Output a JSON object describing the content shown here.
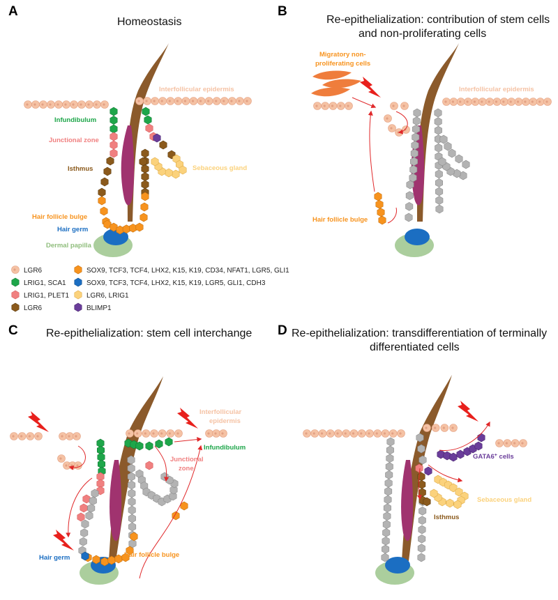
{
  "colors": {
    "peach": "#f5c2a4",
    "peach_edge": "#e3a184",
    "green": "#1ea64a",
    "green_edge": "#137a34",
    "pink": "#f08080",
    "pink_edge": "#d65e5e",
    "brown": "#8b5a1c",
    "brown_edge": "#5e3c10",
    "orange": "#f7931e",
    "orange_edge": "#c7700c",
    "blue": "#1b6ec2",
    "blue_edge": "#0f4e8c",
    "yellow": "#fbd27c",
    "yellow_edge": "#e0ad4a",
    "purple": "#6a3d9a",
    "purple_edge": "#4a2670",
    "grey": "#b3b3b3",
    "grey_edge": "#8c8c8c",
    "hair": "#8b5a2b",
    "sebum": "#a0336f",
    "papilla": "#8fbd7c",
    "arrow": "#e0282a",
    "lightning": "#e8201c",
    "migratory": "#ef7d3c"
  },
  "panels": {
    "A": {
      "letter": "A",
      "title": "Homeostasis"
    },
    "B": {
      "letter": "B",
      "title_line1": "Re-epithelialization: contribution of stem cells",
      "title_line2": "and non-proliferating cells"
    },
    "C": {
      "letter": "C",
      "title": "Re-epithelialization: stem cell interchange"
    },
    "D": {
      "letter": "D",
      "title_line1": "Re-epithelialization: transdifferentiation of terminally",
      "title_line2": "differentiated cells"
    }
  },
  "labels": {
    "interfollicular_epidermis": "Interfollicular epidermis",
    "interfollicular_line1": "Interfollicular",
    "interfollicular_line2": "epidermis",
    "infundibulum": "Infundibulum",
    "junctional_zone": "Junctional zone",
    "junctional_line1": "Junctional",
    "junctional_line2": "zone",
    "isthmus": "Isthmus",
    "sebaceous_gland": "Sebaceous gland",
    "hair_follicle_bulge": "Hair follicle bulge",
    "hair_germ": "Hair germ",
    "dermal_papilla": "Dermal papilla",
    "migratory_line1": "Migratory non-",
    "migratory_line2": "proliferating cells",
    "gata6_cells": "GATA6",
    "gata6_sup": "+",
    "gata6_suffix": " cells"
  },
  "legend": [
    {
      "icon": "peach-cell-icon",
      "color": "peach",
      "text": "LGR6"
    },
    {
      "icon": "green-cell-icon",
      "color": "green",
      "text": "LRIG1, SCA1"
    },
    {
      "icon": "pink-cell-icon",
      "color": "pink",
      "text": "LRIG1, PLET1"
    },
    {
      "icon": "brown-cell-icon",
      "color": "brown",
      "text": "LGR6"
    },
    {
      "icon": "orange-cell-icon",
      "color": "orange",
      "text": "SOX9, TCF3, TCF4, LHX2, K15, K19, CD34, NFAT1, LGR5, GLI1"
    },
    {
      "icon": "blue-cell-icon",
      "color": "blue",
      "text": "SOX9, TCF3, TCF4, LHX2, K15, K19, LGR5, GLI1, CDH3"
    },
    {
      "icon": "yellow-cell-icon",
      "color": "yellow",
      "text": "LGR6, LRIG1"
    },
    {
      "icon": "purple-cell-icon",
      "color": "purple",
      "text": "BLIMP1"
    }
  ]
}
